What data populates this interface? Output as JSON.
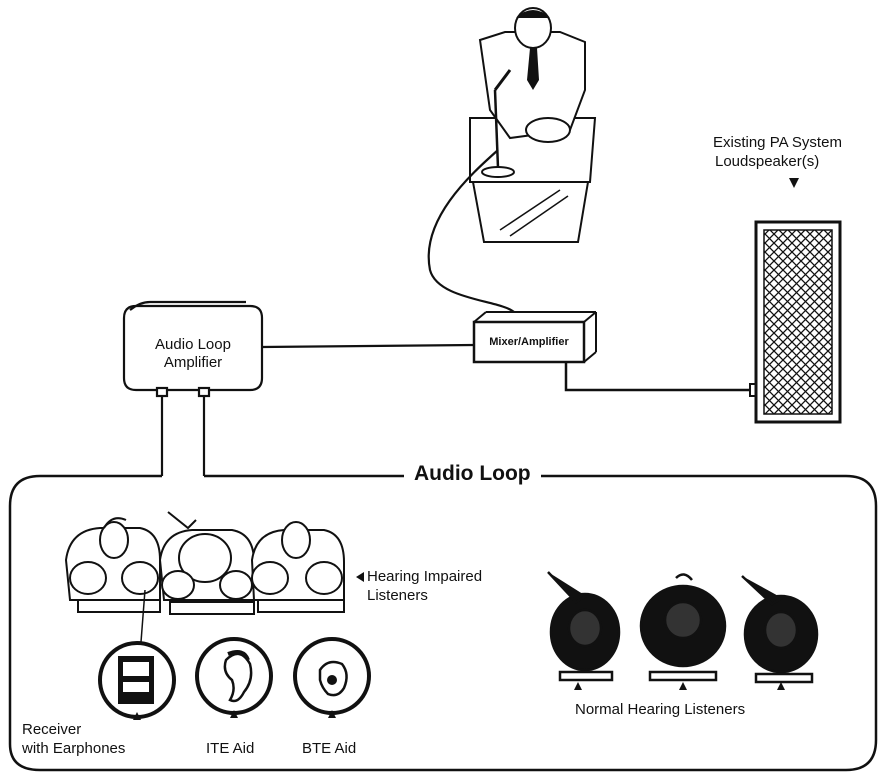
{
  "labels": {
    "existing_pa": "Existing PA System",
    "loudspeakers": "Loudspeaker(s)",
    "audio_loop_amp_line1": "Audio Loop",
    "audio_loop_amp_line2": "Amplifier",
    "mixer": "Mixer/Amplifier",
    "audio_loop": "Audio Loop",
    "hearing_impaired_line1": "Hearing Impaired",
    "hearing_impaired_line2": "Listeners",
    "receiver_line1": "Receiver",
    "receiver_line2": "with Earphones",
    "ite_aid": "ITE Aid",
    "bte_aid": "BTE Aid",
    "normal_hearing": "Normal Hearing Listeners"
  },
  "colors": {
    "ink": "#111111",
    "paper": "#ffffff"
  }
}
